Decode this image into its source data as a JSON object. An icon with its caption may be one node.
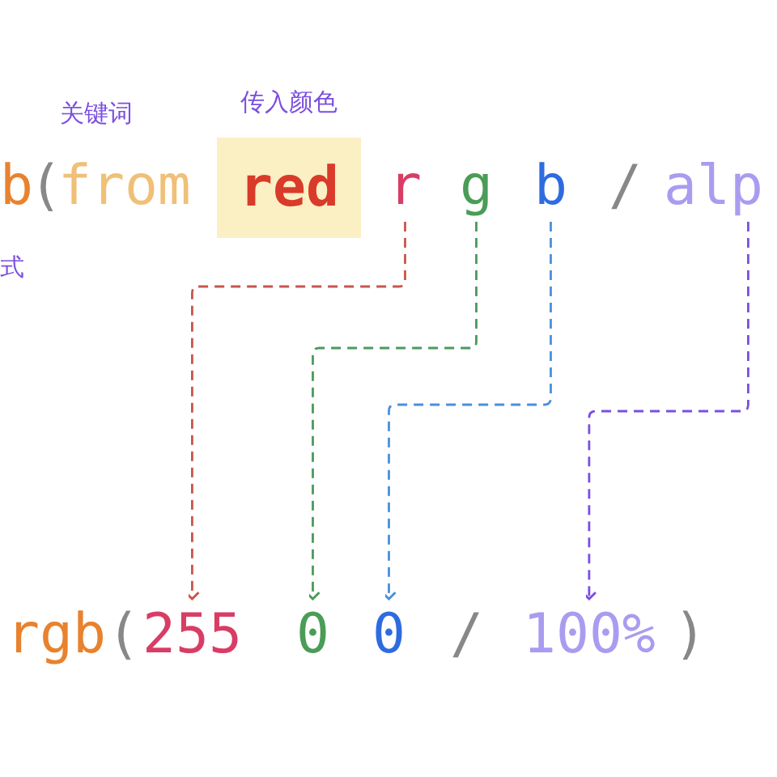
{
  "diagram": {
    "nodes": [
      {
        "text": [
          "传入颜色",
          "red"
        ]
      },
      {
        "text": [
          "r"
        ]
      },
      {
        "text": [
          "g"
        ]
      },
      {
        "text": [
          "b"
        ]
      },
      {
        "text": [
          "alp"
        ]
      },
      {
        "text": [
          "255"
        ]
      },
      {
        "text": [
          "0"
        ]
      },
      {
        "text": [
          "0"
        ]
      },
      {
        "text": [
          "100%"
        ]
      }
    ],
    "edges": [
      {
        "from": 1,
        "to": 5,
        "arrow": "to",
        "style": "dashed",
        "color": "#c9554a"
      },
      {
        "from": 2,
        "to": 6,
        "arrow": "to",
        "style": "dashed",
        "color": "#4a9a5c"
      },
      {
        "from": 3,
        "to": 7,
        "arrow": "to",
        "style": "dashed",
        "color": "#4a8fdc"
      },
      {
        "from": 4,
        "to": 8,
        "arrow": "to",
        "style": "dashed",
        "color": "#7b4fe0"
      }
    ],
    "labels": [
      "关键词",
      "b",
      "(",
      "from",
      "/",
      "式",
      "rgb",
      "(",
      "/",
      ")"
    ]
  }
}
